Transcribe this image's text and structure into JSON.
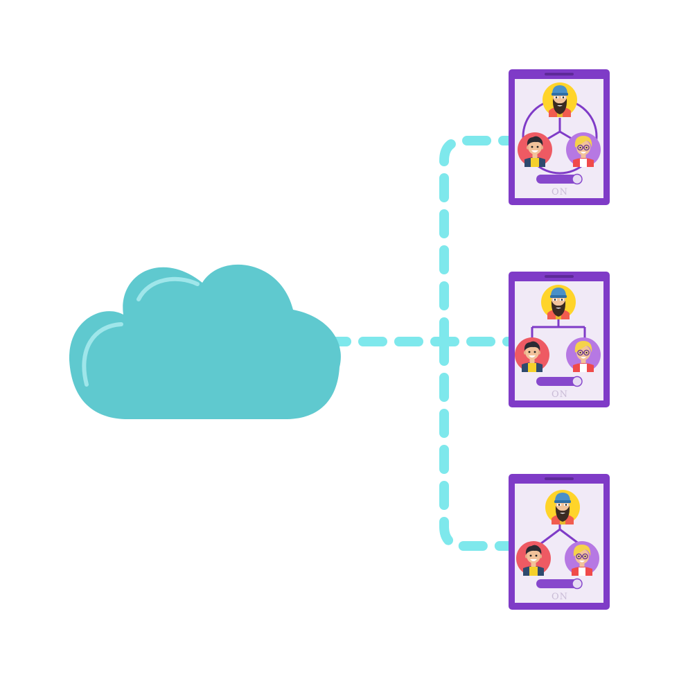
{
  "colors": {
    "background": "#ffffff",
    "cloud": "#5fc9cf",
    "cloud_highlight": "#9fe6ea",
    "connector": "#7ee8ec",
    "tablet_frame": "#7f3bc7",
    "tablet_screen": "#f1eaf7",
    "toggle_track": "#8748cc",
    "toggle_knob": "#e7dcf3",
    "toggle_text": "#c9bcd6",
    "avatar_yellow": "#ffd42a",
    "avatar_red": "#ee5a63",
    "avatar_purple": "#b678e3"
  },
  "cloud": {
    "icon": "cloud-icon"
  },
  "devices": [
    {
      "layout": "circle",
      "toggle_label": "ON"
    },
    {
      "layout": "tree",
      "toggle_label": "ON"
    },
    {
      "layout": "fork",
      "toggle_label": "ON"
    }
  ]
}
